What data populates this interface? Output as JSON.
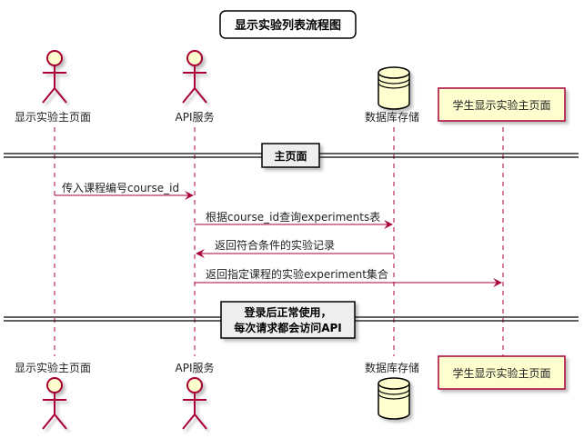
{
  "title": "显示实验列表流程图",
  "participants": {
    "p1": {
      "label": "显示实验主页面",
      "kind": "actor"
    },
    "p2": {
      "label": "API服务",
      "kind": "actor"
    },
    "p3": {
      "label": "数据库存储",
      "kind": "database"
    },
    "p4": {
      "label": "学生显示实验主页面",
      "kind": "participant"
    }
  },
  "dividers": {
    "d1": {
      "lines": [
        "主页面"
      ]
    },
    "d2": {
      "lines": [
        "登录后正常使用，",
        "每次请求都会访问API"
      ]
    }
  },
  "messages": {
    "m1": {
      "from": "p1",
      "to": "p2",
      "label": "传入课程编号course_id"
    },
    "m2": {
      "from": "p2",
      "to": "p3",
      "label": "根据course_id查询experiments表"
    },
    "m3": {
      "from": "p3",
      "to": "p2",
      "label": "返回符合条件的实验记录"
    },
    "m4": {
      "from": "p2",
      "to": "p4",
      "label": "返回指定课程的实验experiment集合"
    }
  },
  "colors": {
    "arrow": "#A80036",
    "participant_fill": "#FEFECE",
    "participant_border": "#A80036",
    "lifeline": "#A80036"
  }
}
